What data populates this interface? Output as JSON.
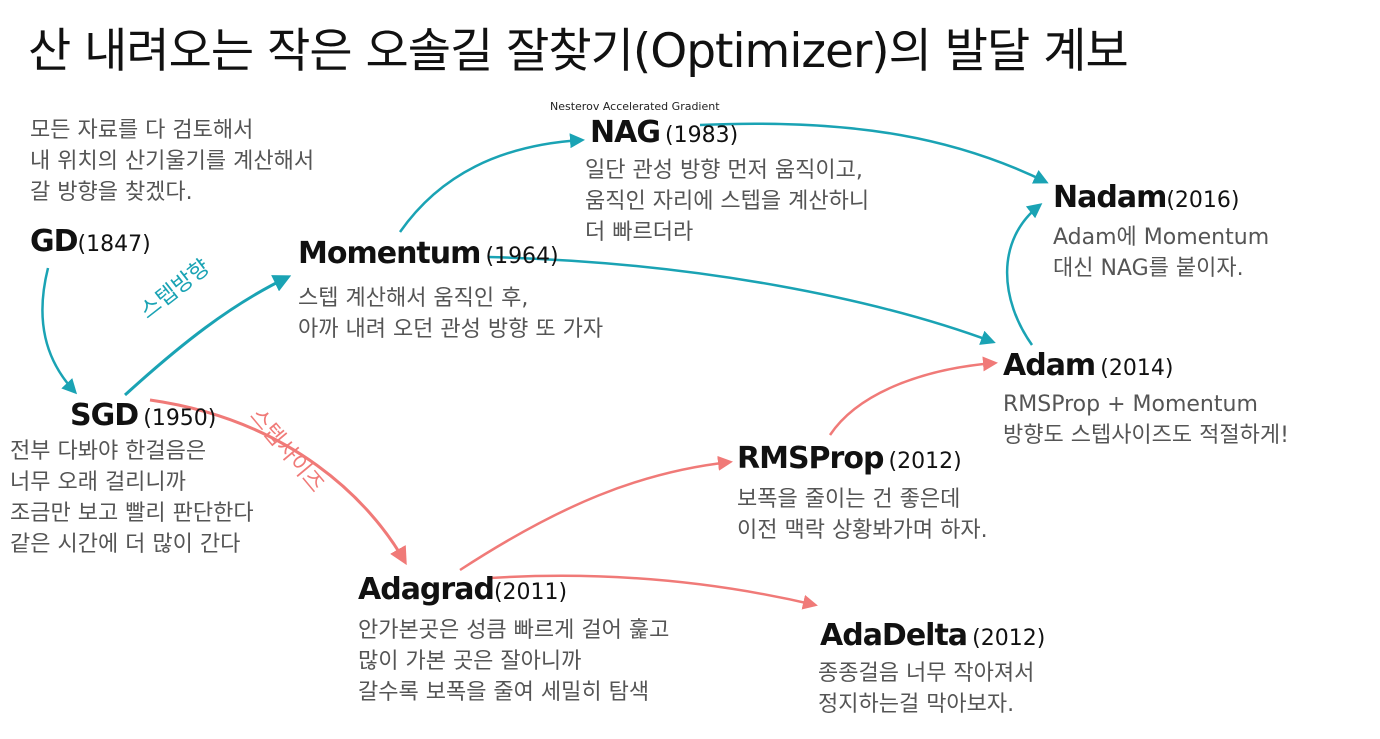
{
  "title": "산 내려오는 작은 오솔길 잘찾기(Optimizer)의 발달 계보",
  "colors": {
    "teal": "#1aa3b4",
    "red": "#f07a78"
  },
  "edge_labels": {
    "step_direction": "스텝방향",
    "step_size": "스텝사이즈"
  },
  "nodes": {
    "gd": {
      "name": "GD",
      "year": "(1847)",
      "desc": [
        "모든 자료를 다 검토해서",
        "내 위치의 산기울기를 계산해서",
        "갈 방향을 찾겠다."
      ]
    },
    "sgd": {
      "name": "SGD",
      "year": "(1950)",
      "desc": [
        "전부 다봐야 한걸음은",
        "너무 오래 걸리니까",
        "조금만 보고 빨리 판단한다",
        "같은 시간에 더 많이 간다"
      ]
    },
    "momentum": {
      "name": "Momentum",
      "year": "(1964)",
      "desc": [
        "스텝 계산해서 움직인 후,",
        "아까 내려 오던 관성 방향 또 가자"
      ]
    },
    "nag": {
      "name": "NAG",
      "year": "(1983)",
      "full": "Nesterov Accelerated Gradient",
      "desc": [
        "일단 관성 방향 먼저 움직이고,",
        "움직인 자리에 스텝을 계산하니",
        "더 빠르더라"
      ]
    },
    "nadam": {
      "name": "Nadam",
      "year": "(2016)",
      "desc": [
        "Adam에 Momentum",
        "대신 NAG를 붙이자."
      ]
    },
    "adam": {
      "name": "Adam",
      "year": "(2014)",
      "desc": [
        "RMSProp + Momentum",
        "방향도 스텝사이즈도 적절하게!"
      ]
    },
    "rmsprop": {
      "name": "RMSProp",
      "year": "(2012)",
      "desc": [
        "보폭을 줄이는 건 좋은데",
        "이전 맥락 상황봐가며 하자."
      ]
    },
    "adagrad": {
      "name": "Adagrad",
      "year": "(2011)",
      "desc": [
        "안가본곳은 성큼 빠르게 걸어 훑고",
        "많이 가본 곳은 잘아니까",
        "갈수록 보폭을 줄여 세밀히 탐색"
      ]
    },
    "adadelta": {
      "name": "AdaDelta",
      "year": "(2012)",
      "desc": [
        "종종걸음 너무 작아져서",
        "정지하는걸 막아보자."
      ]
    }
  }
}
